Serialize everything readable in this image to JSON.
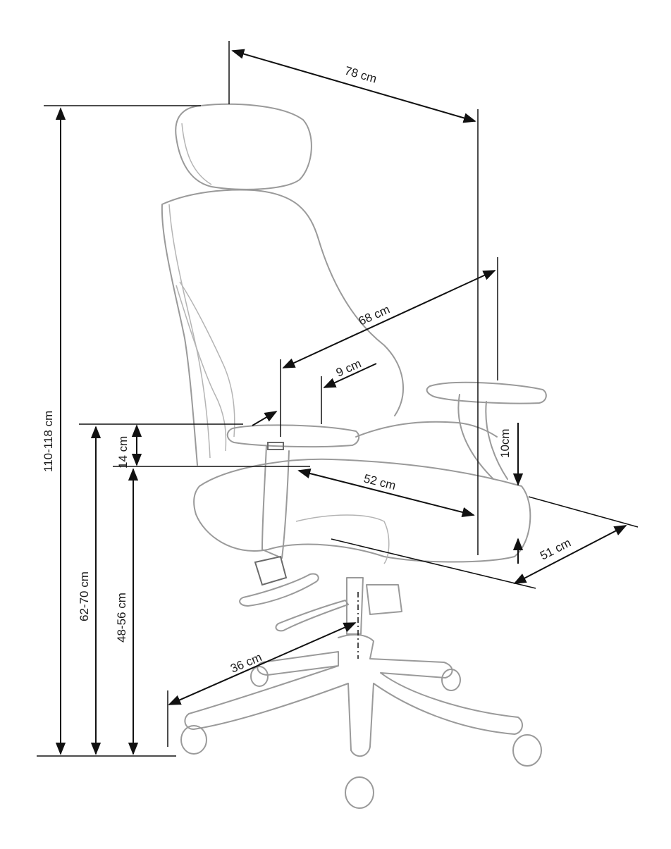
{
  "dimensions": {
    "overall_depth": "78 cm",
    "seat_to_headrest": "68 cm",
    "armrest_offset": "9 cm",
    "seat_depth": "52 cm",
    "seat_width": "51 cm",
    "armrest_adjust": "10cm",
    "armrest_height": "14 cm",
    "total_height": "110-118 cm",
    "armrest_floor_height": "62-70 cm",
    "seat_height": "48-56 cm",
    "base_radius": "36 cm"
  },
  "colors": {
    "outline": "#9a9a9a",
    "dimension_line": "#111111"
  }
}
